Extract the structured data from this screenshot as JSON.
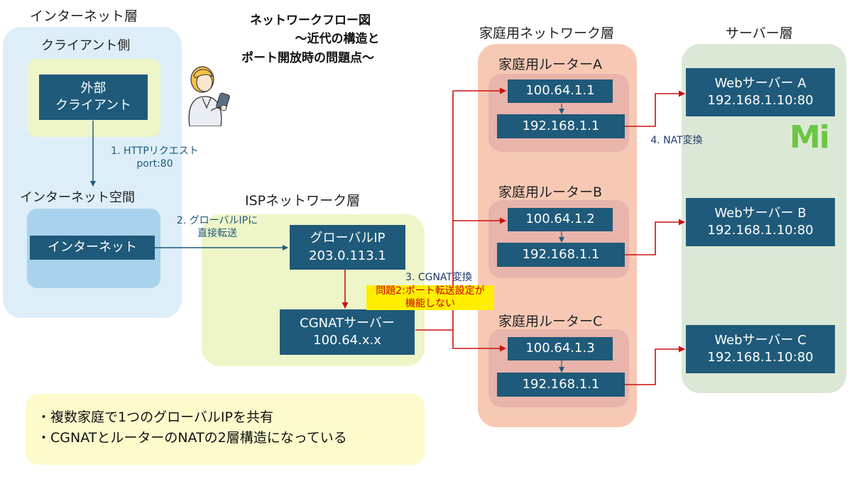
{
  "title": {
    "line1": "ネットワークフロー図",
    "line2": "～近代の構造と",
    "line3": "ポート開放時の問題点～"
  },
  "internet_layer": {
    "label": "インターネット層",
    "client_side_label": "クライアント側",
    "external_client": "外部\nクライアント",
    "internet_space_label": "インターネット空間",
    "internet_box": "インターネット"
  },
  "isp_layer": {
    "label": "ISPネットワーク層",
    "global_ip_box": "グローバルIP\n203.0.113.1",
    "cgnat_box": "CGNATサーバー\n100.64.x.x"
  },
  "home_layer": {
    "label": "家庭用ネットワーク層",
    "routers": [
      {
        "name": "家庭用ルーターA",
        "wan": "100.64.1.1",
        "lan": "192.168.1.1"
      },
      {
        "name": "家庭用ルーターB",
        "wan": "100.64.1.2",
        "lan": "192.168.1.1"
      },
      {
        "name": "家庭用ルーターC",
        "wan": "100.64.1.3",
        "lan": "192.168.1.1"
      }
    ]
  },
  "server_layer": {
    "label": "サーバー層",
    "servers": [
      {
        "line1": "Webサーバー A",
        "line2": "192.168.1.10:80"
      },
      {
        "line1": "Webサーバー B",
        "line2": "192.168.1.10:80"
      },
      {
        "line1": "Webサーバー C",
        "line2": "192.168.1.10:80"
      }
    ],
    "logo_text": "Mi"
  },
  "steps": {
    "step1": "1. HTTPリクエスト\nport:80",
    "step2": "2. グローバルIPに\n直接転送",
    "step3": "3. CGNAT変換",
    "problem": "問題2:ポート転送設定が\n機能しない",
    "step4": "4. NAT変換"
  },
  "notes": [
    "・複数家庭で1つのグローバルIPを共有",
    "・CGNATとルーターのNATの2層構造になっている"
  ],
  "colors": {
    "dark_box": "#1f5a7a",
    "internet_panel": "#ddeef8",
    "client_panel": "#eef5c8",
    "inet_space_panel": "#a9d3ec",
    "isp_panel": "#eef5c8",
    "home_panel": "#f7c9b5",
    "router_panel": "#e9b4ab",
    "server_panel": "#dce8d6",
    "arrow_red": "#cc1111",
    "arrow_blue": "#1f5a7a",
    "problem_bg": "#ffee00",
    "problem_text": "#cc0000",
    "note_panel": "#fdfbcc",
    "logo_green": "#6cc644"
  }
}
